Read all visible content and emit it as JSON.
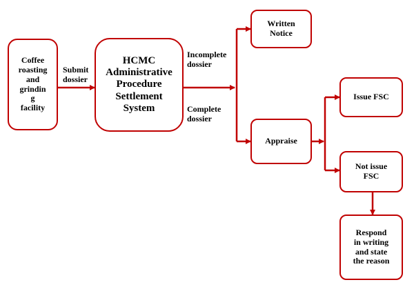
{
  "colors": {
    "stroke": "#c00000",
    "text": "#000000",
    "background": "#ffffff"
  },
  "nodes": {
    "facility": "Coffee\nroasting\nand\ngrindin\ng\nfacility",
    "system": "HCMC\nAdministrative\nProcedure\nSettlement\nSystem",
    "notice": "Written\nNotice",
    "appraise": "Appraise",
    "issue": "Issue FSC",
    "not_issue": "Not issue\nFSC",
    "respond": "Respond\nin writing\nand state\nthe reason"
  },
  "edge_labels": {
    "submit": "Submit\ndossier",
    "incomplete": "Incomplete\ndossier",
    "complete": "Complete\ndossier"
  }
}
